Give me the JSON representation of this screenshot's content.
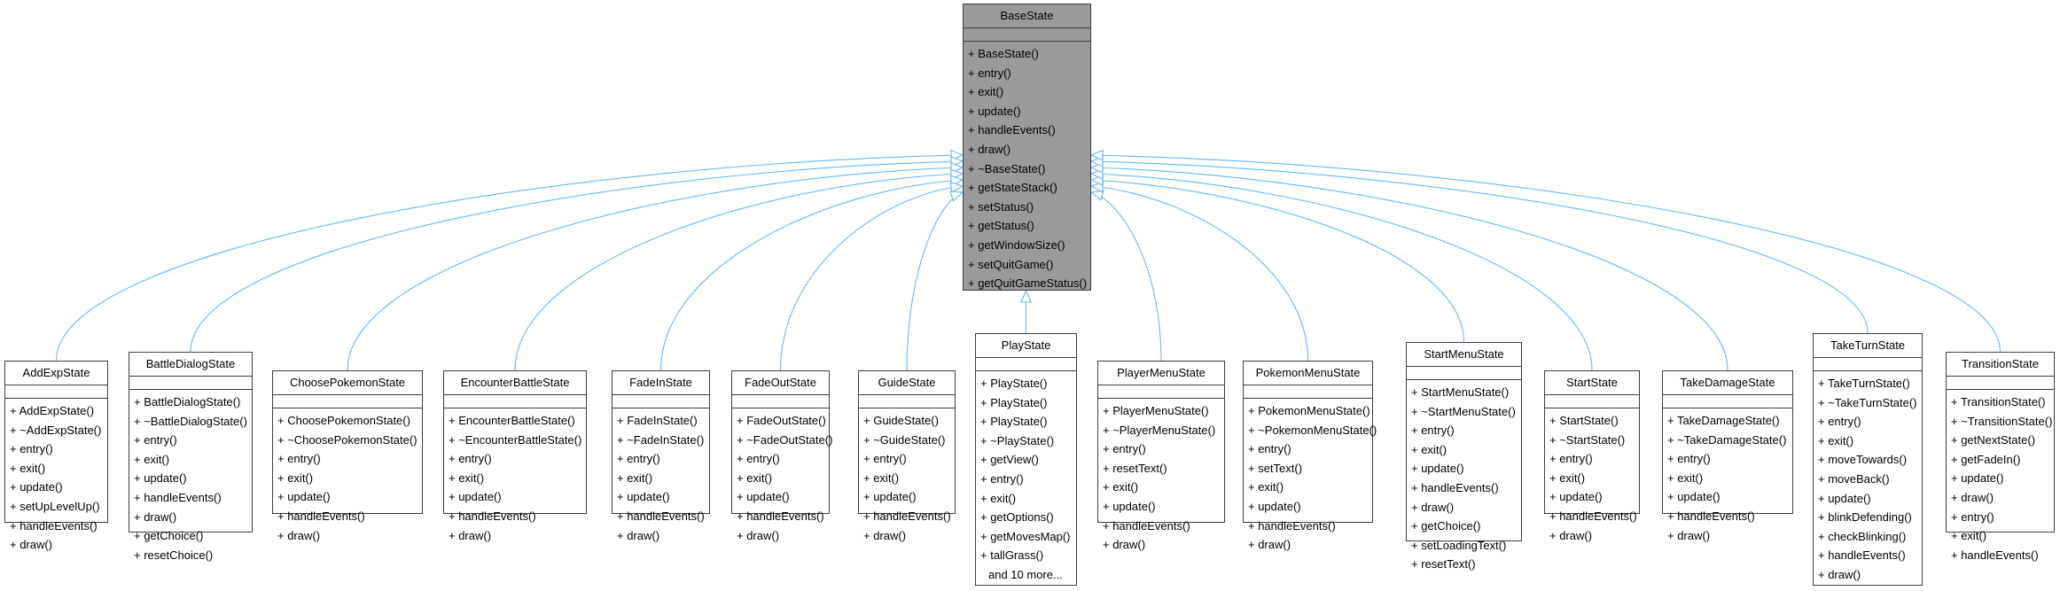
{
  "diagram": {
    "base": {
      "name": "BaseState",
      "members": [
        "+ BaseState()",
        "+ entry()",
        "+ exit()",
        "+ update()",
        "+ handleEvents()",
        "+ draw()",
        "+ ~BaseState()",
        "+ getStateStack()",
        "+ setStatus()",
        "+ getStatus()",
        "+ getWindowSize()",
        "+ setQuitGame()",
        "+ getQuitGameStatus()"
      ]
    },
    "classes": [
      {
        "name": "AddExpState",
        "members": [
          "+ AddExpState()",
          "+ ~AddExpState()",
          "+ entry()",
          "+ exit()",
          "+ update()",
          "+ setUpLevelUp()",
          "+ handleEvents()",
          "+ draw()"
        ]
      },
      {
        "name": "BattleDialogState",
        "members": [
          "+ BattleDialogState()",
          "+ ~BattleDialogState()",
          "+ entry()",
          "+ exit()",
          "+ update()",
          "+ handleEvents()",
          "+ draw()",
          "+ getChoice()",
          "+ resetChoice()"
        ]
      },
      {
        "name": "ChoosePokemonState",
        "members": [
          "+ ChoosePokemonState()",
          "+ ~ChoosePokemonState()",
          "+ entry()",
          "+ exit()",
          "+ update()",
          "+ handleEvents()",
          "+ draw()"
        ]
      },
      {
        "name": "EncounterBattleState",
        "members": [
          "+ EncounterBattleState()",
          "+ ~EncounterBattleState()",
          "+ entry()",
          "+ exit()",
          "+ update()",
          "+ handleEvents()",
          "+ draw()"
        ]
      },
      {
        "name": "FadeInState",
        "members": [
          "+ FadeInState()",
          "+ ~FadeInState()",
          "+ entry()",
          "+ exit()",
          "+ update()",
          "+ handleEvents()",
          "+ draw()"
        ]
      },
      {
        "name": "FadeOutState",
        "members": [
          "+ FadeOutState()",
          "+ ~FadeOutState()",
          "+ entry()",
          "+ exit()",
          "+ update()",
          "+ handleEvents()",
          "+ draw()"
        ]
      },
      {
        "name": "GuideState",
        "members": [
          "+ GuideState()",
          "+ ~GuideState()",
          "+ entry()",
          "+ exit()",
          "+ update()",
          "+ handleEvents()",
          "+ draw()"
        ]
      },
      {
        "name": "PlayState",
        "members": [
          "+ PlayState()",
          "+ PlayState()",
          "+ PlayState()",
          "+ ~PlayState()",
          "+ getView()",
          "+ entry()",
          "+ exit()",
          "+ getOptions()",
          "+ getMovesMap()",
          "+ tallGrass()"
        ],
        "more": "and 10 more..."
      },
      {
        "name": "PlayerMenuState",
        "members": [
          "+ PlayerMenuState()",
          "+ ~PlayerMenuState()",
          "+ entry()",
          "+ resetText()",
          "+ exit()",
          "+ update()",
          "+ handleEvents()",
          "+ draw()"
        ]
      },
      {
        "name": "PokemonMenuState",
        "members": [
          "+ PokemonMenuState()",
          "+ ~PokemonMenuState()",
          "+ entry()",
          "+ setText()",
          "+ exit()",
          "+ update()",
          "+ handleEvents()",
          "+ draw()"
        ]
      },
      {
        "name": "StartMenuState",
        "members": [
          "+ StartMenuState()",
          "+ ~StartMenuState()",
          "+ entry()",
          "+ exit()",
          "+ update()",
          "+ handleEvents()",
          "+ draw()",
          "+ getChoice()",
          "+ setLoadingText()",
          "+ resetText()"
        ]
      },
      {
        "name": "StartState",
        "members": [
          "+ StartState()",
          "+ ~StartState()",
          "+ entry()",
          "+ exit()",
          "+ update()",
          "+ handleEvents()",
          "+ draw()"
        ]
      },
      {
        "name": "TakeDamageState",
        "members": [
          "+ TakeDamageState()",
          "+ ~TakeDamageState()",
          "+ entry()",
          "+ exit()",
          "+ update()",
          "+ handleEvents()",
          "+ draw()"
        ]
      },
      {
        "name": "TakeTurnState",
        "members": [
          "+ TakeTurnState()",
          "+ ~TakeTurnState()",
          "+ entry()",
          "+ exit()",
          "+ moveTowards()",
          "+ moveBack()",
          "+ update()",
          "+ blinkDefending()",
          "+ checkBlinking()",
          "+ handleEvents()",
          "+ draw()"
        ]
      },
      {
        "name": "TransitionState",
        "members": [
          "+ TransitionState()",
          "+ ~TransitionState()",
          "+ getNextState()",
          "+ getFadeIn()",
          "+ update()",
          "+ draw()",
          "+ entry()",
          "+ exit()",
          "+ handleEvents()"
        ]
      }
    ],
    "colors": {
      "edge": "#63b8ff",
      "border": "#3c3c3c",
      "base_fill": "#9a9a9a"
    }
  }
}
